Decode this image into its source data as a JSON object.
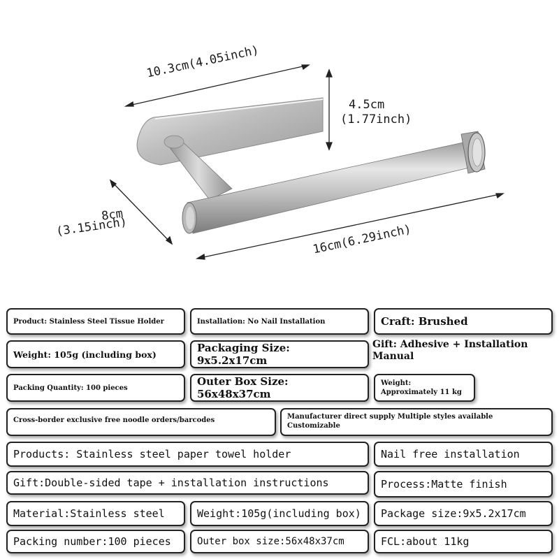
{
  "dimensions": {
    "width_top": "10.3cm(4.05inch)",
    "height_cm": "4.5cm",
    "height_inch": "(1.77inch)",
    "depth_cm": "8cm",
    "depth_inch": "(3.15inch)",
    "length": "16cm(6.29inch)"
  },
  "specs": {
    "product": "Product: Stainless Steel Tissue Holder",
    "installation": "Installation: No Nail Installation",
    "craft": "Craft: Brushed",
    "weight": "Weight: 105g (including box)",
    "packaging_size": "Packaging Size: 9x5.2x17cm",
    "gift": "Gift: Adhesive + Installation Manual",
    "packing_quantity": "Packing Quantity: 100 pieces",
    "outer_box_size": "Outer Box Size: 56x48x37cm",
    "weight_approx": "Weight: Approximately 11 kg",
    "cross_border": "Cross-border exclusive free noodle orders/barcodes",
    "manufacturer": "Manufacturer direct supply Multiple styles available Customizable",
    "products2": "Products: Stainless steel paper towel holder",
    "nail_free": "Nail free installation",
    "gift2": "Gift:Double-sided tape + installation instructions",
    "process": "Process:Matte finish",
    "material": "Material:Stainless steel",
    "weight2": "Weight:105g(including box)",
    "package_size2": "Package size:9x5.2x17cm",
    "packing_number": "Packing number:100 pieces",
    "outer_box2": "Outer box size:56x48x37cm",
    "fcl": "FCL:about 11kg"
  }
}
